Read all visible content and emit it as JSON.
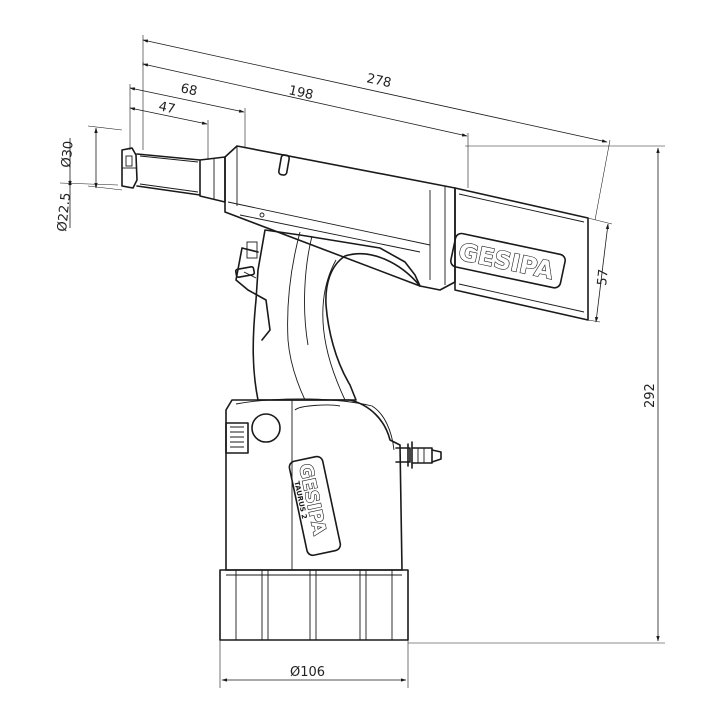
{
  "dimensions": {
    "total_length": "278",
    "length_198": "198",
    "length_68": "68",
    "length_47": "47",
    "dia_30": "Ø30",
    "dia_22_5": "Ø22.5",
    "height_57": "57",
    "height_292": "292",
    "dia_106": "Ø106"
  },
  "labels": {
    "logo_head": "GESIPA",
    "logo_body": "GESIPA",
    "logo_body_sub": "TAURUS 2"
  }
}
